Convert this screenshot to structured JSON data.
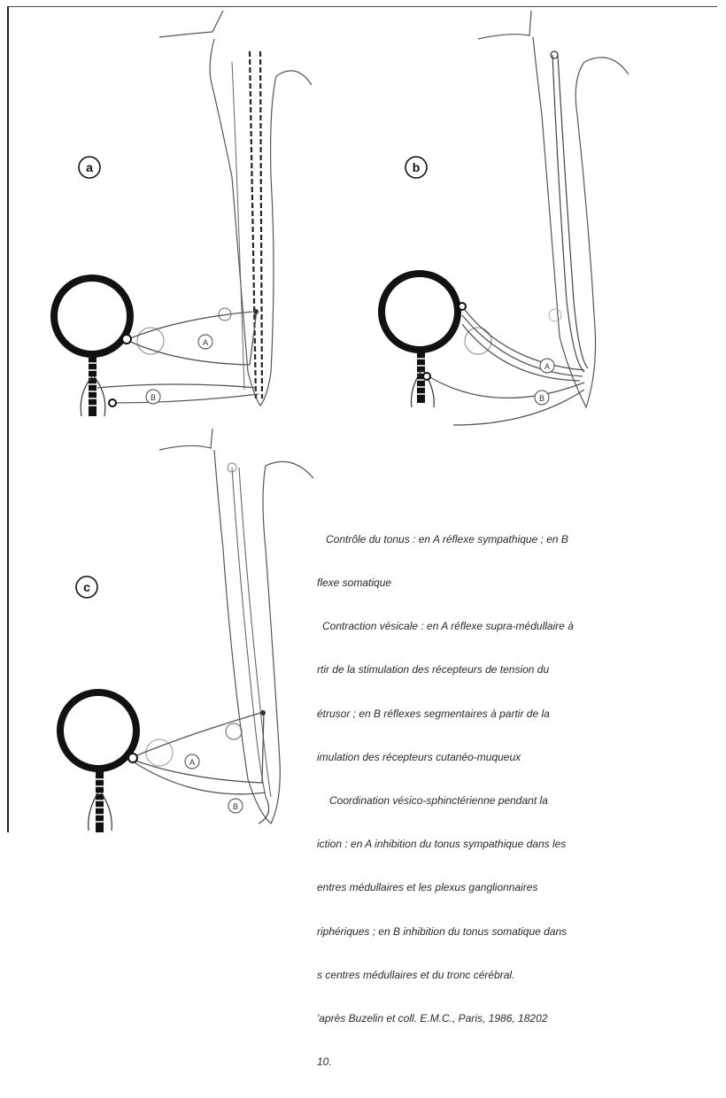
{
  "panels": [
    {
      "id": "a",
      "label": "a"
    },
    {
      "id": "b",
      "label": "b"
    },
    {
      "id": "c",
      "label": "c"
    }
  ],
  "pathway_labels": {
    "a": "A",
    "b": "B"
  },
  "caption_lines": [
    "Contrôle du tonus : en A réflexe sympathique ; en B",
    "flexe somatique",
    "Contraction vésicale : en A réflexe supra-médullaire à",
    "rtir de la stimulation des récepteurs de tension du",
    "étrusor ; en B réflexes segmentaires à partir de la",
    "imulation des récepteurs cutanéo-muqueux",
    "Coordination vésico-sphinctérienne pendant la",
    "iction : en A inhibition du tonus sympathique dans les",
    "entres médullaires et les plexus ganglionnaires",
    "riphériques ; en B inhibition du tonus somatique dans",
    "s centres médullaires et du tronc cérébral.",
    "'après Buzelin et coll. E.M.C., Paris, 1986, 18202",
    "10."
  ]
}
